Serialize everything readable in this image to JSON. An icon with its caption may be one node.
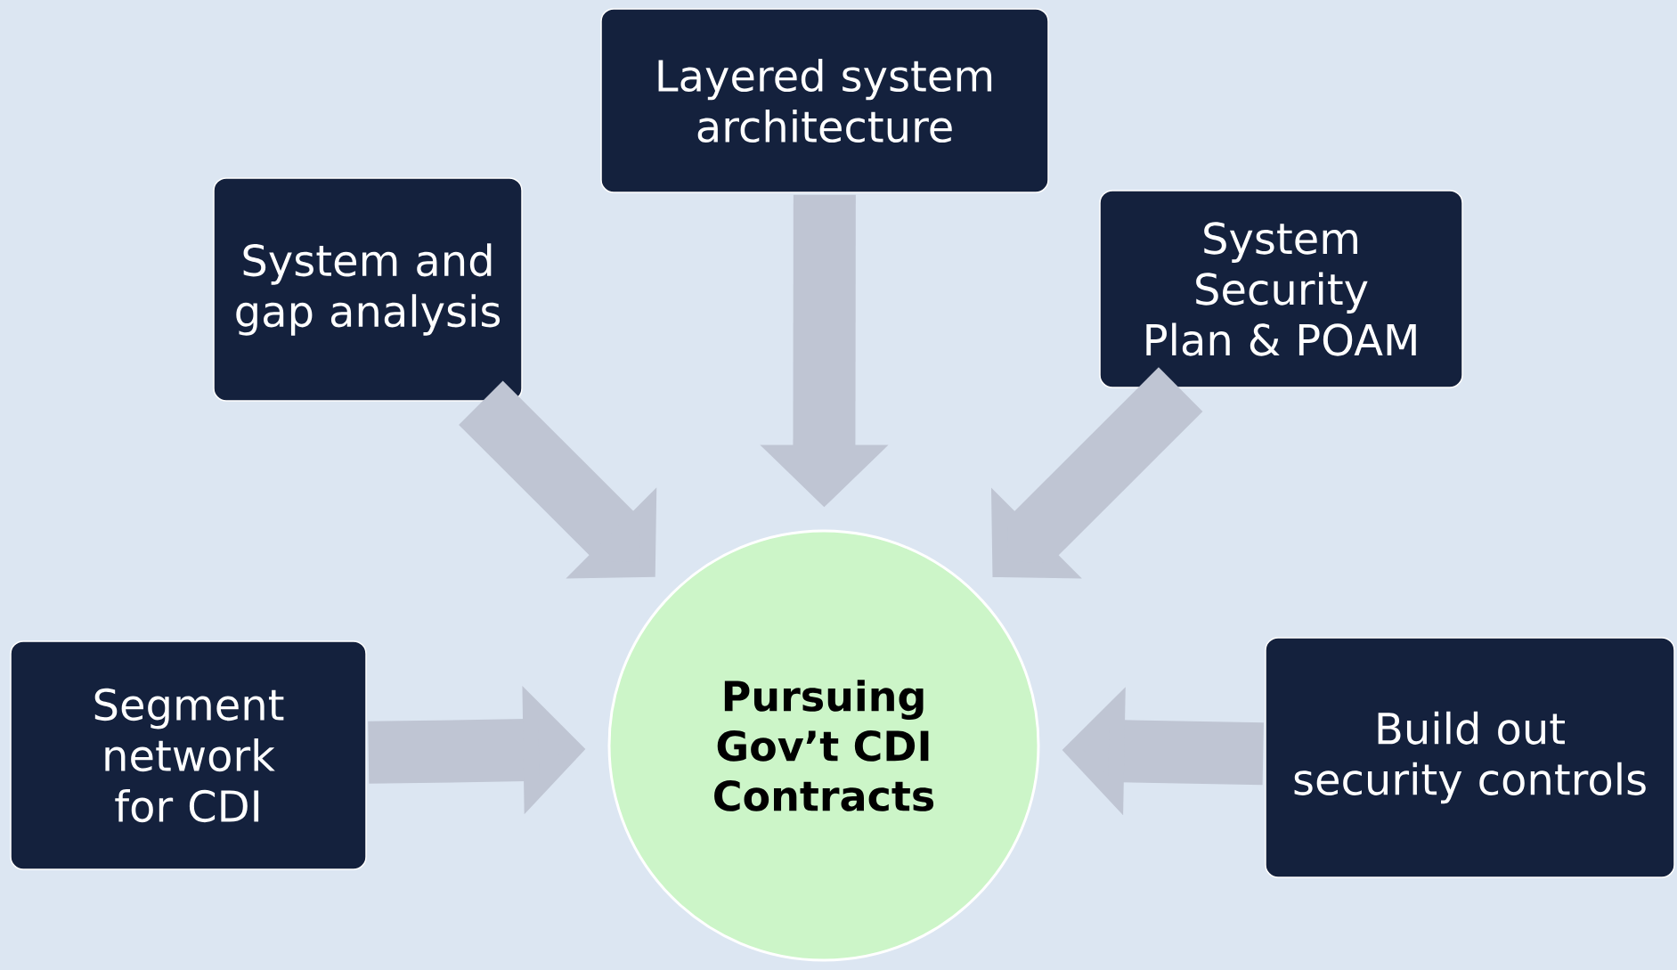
{
  "diagram": {
    "nodes": [
      {
        "text": [
          "Layered system architecture"
        ]
      },
      {
        "text": [
          "System and gap analysis"
        ]
      },
      {
        "text": [
          "System Security Plan & POAM"
        ]
      },
      {
        "text": [
          "Segment network for CDI"
        ]
      },
      {
        "text": [
          "Pursuing Gov’t CDI Contracts"
        ]
      },
      {
        "text": [
          "Build out security controls"
        ]
      }
    ],
    "edges": [
      {
        "from": 0,
        "to": 4,
        "arrow": "to"
      },
      {
        "from": 1,
        "to": 4,
        "arrow": "to"
      },
      {
        "from": 2,
        "to": 4,
        "arrow": "to"
      },
      {
        "from": 3,
        "to": 4,
        "arrow": "to"
      },
      {
        "from": 5,
        "to": 4,
        "arrow": "to"
      }
    ]
  }
}
